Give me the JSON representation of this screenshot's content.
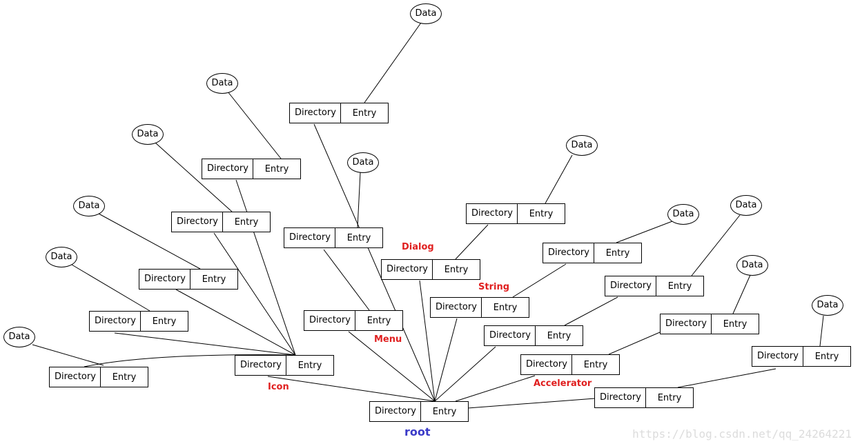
{
  "directory_label": "Directory",
  "entry_label": "Entry",
  "data_label": "Data",
  "labels": {
    "root": "root",
    "icon": "Icon",
    "menu": "Menu",
    "dialog": "Dialog",
    "string": "String",
    "accelerator": "Accelerator"
  },
  "watermark": "https://blog.csdn.net/qq_24264221",
  "colors": {
    "type_label": "#e02020",
    "root_label": "#3a3ac8",
    "line": "#000000"
  }
}
